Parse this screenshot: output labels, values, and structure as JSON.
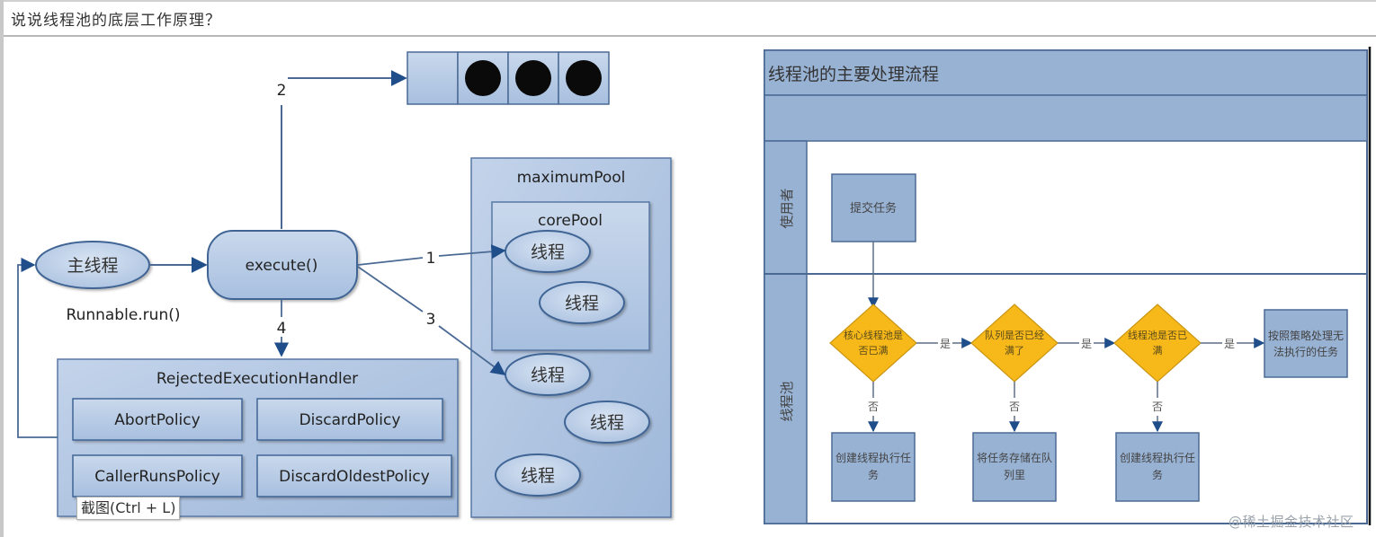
{
  "question": "说说线程池的底层工作原理？",
  "left_diagram": {
    "main_thread": "主线程",
    "runnable_label": "Runnable.run()",
    "execute": "execute()",
    "edge_labels": {
      "step1": "1",
      "step2": "2",
      "step3": "3",
      "step4": "4"
    },
    "queue": {
      "slots": 4,
      "filled": 3
    },
    "maximum_pool": "maximumPool",
    "core_pool": "corePool",
    "thread_label": "线程",
    "core_threads": 2,
    "extra_threads": 3,
    "handler": "RejectedExecutionHandler",
    "policies": [
      "AbortPolicy",
      "DiscardPolicy",
      "CallerRunsPolicy",
      "DiscardOldestPolicy"
    ]
  },
  "right_diagram": {
    "title": "线程池的主要处理流程",
    "lanes": {
      "user": "使用者",
      "pool": "线程池"
    },
    "submit_task": "提交任务",
    "decisions": [
      "核心线程池是否已满",
      "队列是否已经满了",
      "线程池是否已满"
    ],
    "decision_lines": [
      [
        "核心线程池是",
        "否已满"
      ],
      [
        "队列是否已经",
        "满了"
      ],
      [
        "线程池是否已",
        "满"
      ]
    ],
    "yes": "是",
    "no": "否",
    "outcomes": [
      [
        "创建线程执行任",
        "务"
      ],
      [
        "将任务存储在队",
        "列里"
      ],
      [
        "创建线程执行任",
        "务"
      ]
    ],
    "final": [
      "按照策略处理无",
      "法执行的任务"
    ]
  },
  "tooltip": "截图(Ctrl + L)",
  "watermark": "@稀土掘金技术社区"
}
